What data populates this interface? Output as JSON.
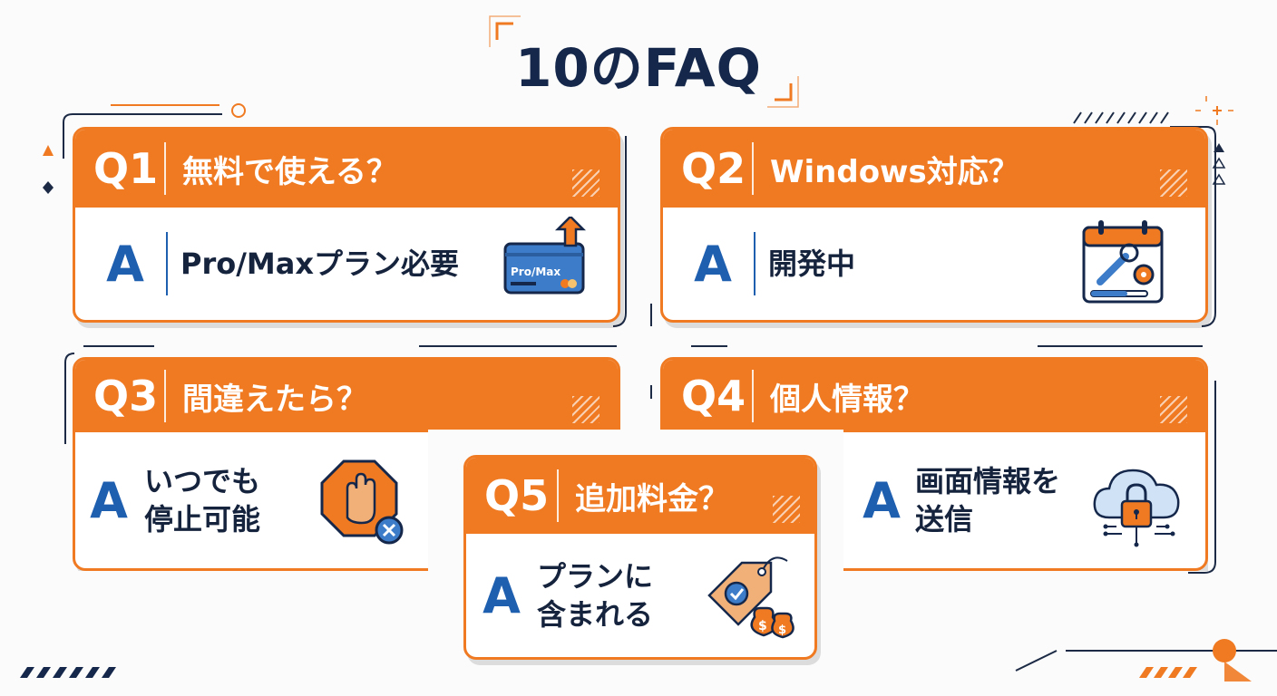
{
  "title": "10のFAQ",
  "colors": {
    "accent": "#ef7a22",
    "navy": "#15284b",
    "answer_blue": "#1f5fb0"
  },
  "faqs": [
    {
      "q": "Q1",
      "question": "無料で使える？",
      "a": "A",
      "answer_lines": [
        "Pro/Maxプラン必要"
      ],
      "icon": "credit-card-upgrade-icon",
      "card_label": "Pro/Max"
    },
    {
      "q": "Q2",
      "question": "Windows対応？",
      "a": "A",
      "answer_lines": [
        "開発中"
      ],
      "icon": "calendar-wrench-gear-icon"
    },
    {
      "q": "Q3",
      "question": "間違えたら？",
      "a": "A",
      "answer_lines": [
        "いつでも",
        "停止可能"
      ],
      "icon": "stop-hand-icon"
    },
    {
      "q": "Q4",
      "question": "個人情報？",
      "a": "A",
      "answer_lines": [
        "画面情報を",
        "送信"
      ],
      "icon": "cloud-lock-icon"
    },
    {
      "q": "Q5",
      "question": "追加料金？",
      "a": "A",
      "answer_lines": [
        "プランに",
        "含まれる"
      ],
      "icon": "price-tag-money-icon"
    }
  ]
}
